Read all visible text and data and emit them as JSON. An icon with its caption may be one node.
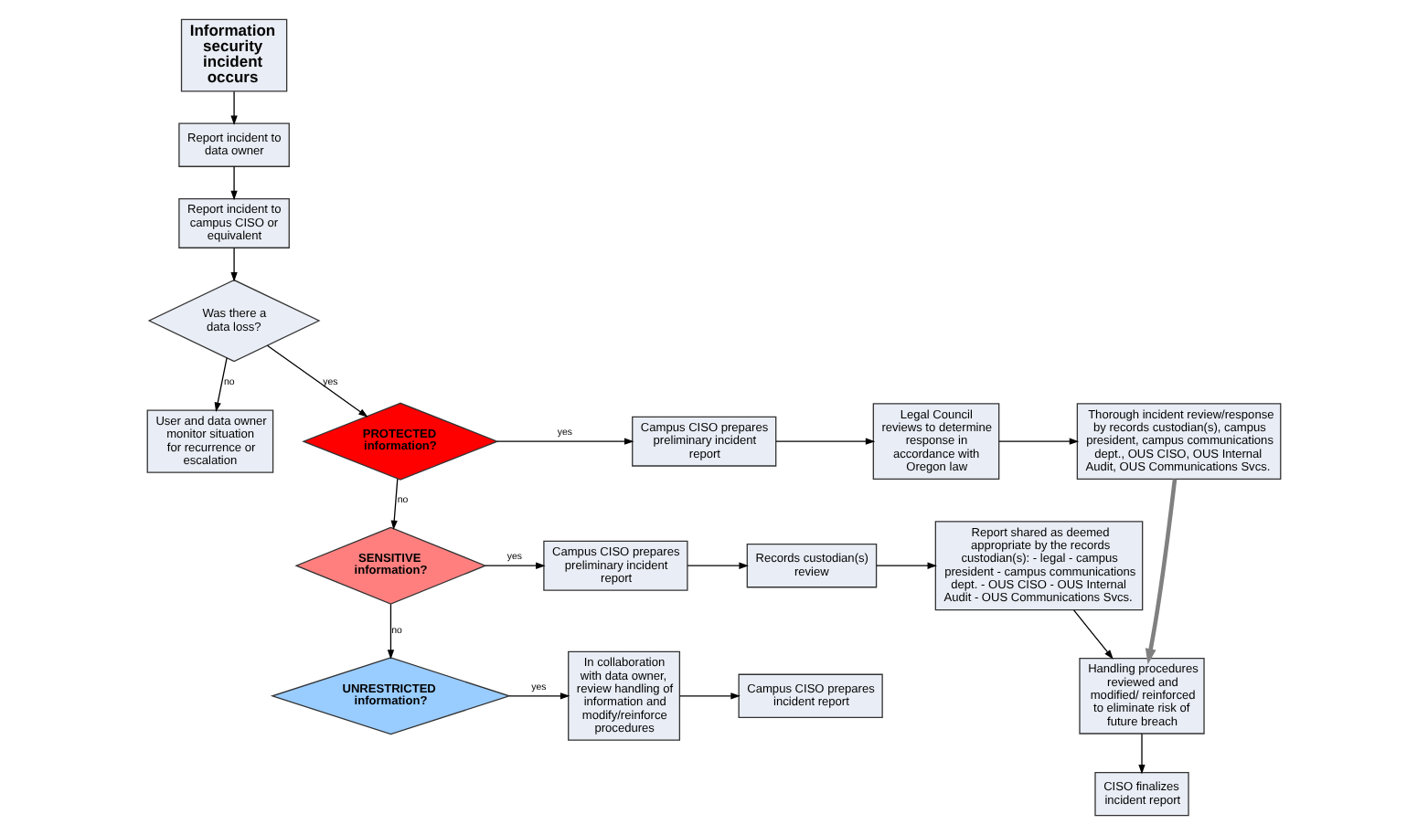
{
  "diagram": {
    "nodes": [
      {
        "text": [
          "Information security incident occurs"
        ]
      },
      {
        "text": [
          "Report incident to data owner"
        ]
      },
      {
        "text": [
          "Report incident to campus CISO or equivalent"
        ]
      },
      {
        "text": [
          "Was there a data loss?"
        ]
      },
      {
        "text": [
          "User and data owner monitor situation for recurrence or escalation"
        ]
      },
      {
        "text": [
          "PROTECTED information?"
        ]
      },
      {
        "text": [
          "Campus CISO prepares preliminary incident report"
        ]
      },
      {
        "text": [
          "Legal Council reviews to determine response in accordance with Oregon law"
        ]
      },
      {
        "text": [
          "Thorough incident review/response by records custodian(s), campus president, campus communications dept., OUS CISO, OUS Internal Audit, OUS Communications Svcs."
        ]
      },
      {
        "text": [
          "SENSITIVE information?"
        ]
      },
      {
        "text": [
          "Campus CISO prepares preliminary incident report"
        ]
      },
      {
        "text": [
          "Records custodian(s) review"
        ]
      },
      {
        "text": [
          "Report shared as deemed appropriate by the records custodian(s): - legal - campus president - campus communications dept. - OUS CISO - OUS Internal Audit - OUS Communications Svcs."
        ]
      },
      {
        "text": [
          "UNRESTRICTED information?"
        ]
      },
      {
        "text": [
          "In collaboration with data owner, review handling of information and modify/reinforce procedures"
        ]
      },
      {
        "text": [
          "Campus CISO prepares incident report"
        ]
      },
      {
        "text": [
          "Handling procedures reviewed and modified/ reinforced to eliminate risk of future breach"
        ]
      },
      {
        "text": [
          "CISO finalizes incident report"
        ]
      }
    ],
    "edges": [
      {
        "from": 0,
        "to": 1,
        "arrow": "to"
      },
      {
        "from": 1,
        "to": 2,
        "arrow": "to"
      },
      {
        "from": 2,
        "to": 3,
        "arrow": "to"
      },
      {
        "from": 3,
        "to": 5,
        "arrow": "to",
        "label": "yes"
      },
      {
        "from": 3,
        "to": 4,
        "arrow": "to",
        "label": "no"
      },
      {
        "from": 5,
        "to": 6,
        "arrow": "to",
        "label": "yes"
      },
      {
        "from": 6,
        "to": 7,
        "arrow": "to"
      },
      {
        "from": 7,
        "to": 8,
        "arrow": "to"
      },
      {
        "from": 8,
        "to": 16,
        "arrow": "to",
        "style": "thick",
        "color": "#808080"
      },
      {
        "from": 5,
        "to": 9,
        "arrow": "to",
        "label": "no"
      },
      {
        "from": 9,
        "to": 10,
        "arrow": "to",
        "label": "yes"
      },
      {
        "from": 10,
        "to": 11,
        "arrow": "to"
      },
      {
        "from": 11,
        "to": 12,
        "arrow": "to"
      },
      {
        "from": 12,
        "to": 16,
        "arrow": "to"
      },
      {
        "from": 16,
        "to": 17,
        "arrow": "to"
      },
      {
        "from": 9,
        "to": 13,
        "arrow": "to",
        "label": "no"
      },
      {
        "from": 13,
        "to": 14,
        "arrow": "to",
        "label": "yes"
      },
      {
        "from": 14,
        "to": 15,
        "arrow": "to"
      }
    ]
  }
}
